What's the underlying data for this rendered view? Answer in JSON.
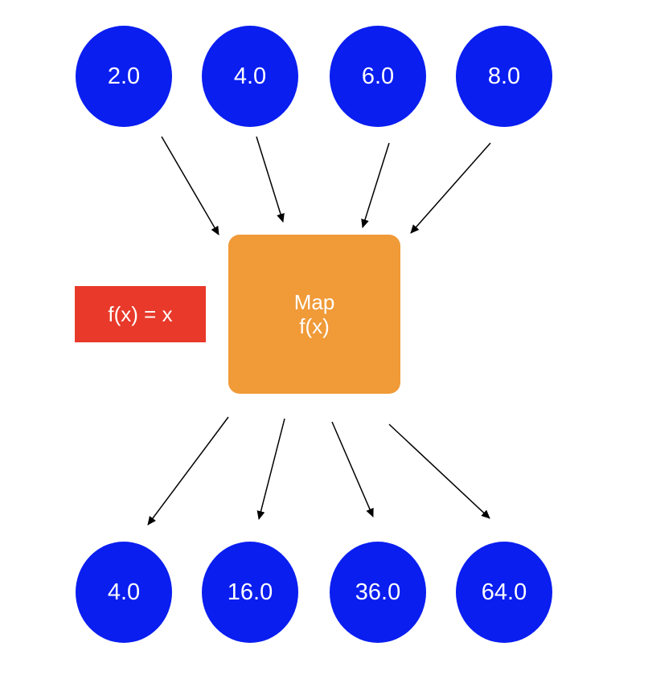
{
  "inputs": [
    "2.0",
    "4.0",
    "6.0",
    "8.0"
  ],
  "outputs": [
    "4.0",
    "16.0",
    "36.0",
    "64.0"
  ],
  "map_box": {
    "line1": "Map",
    "line2": "f(x)"
  },
  "function_label": "f(x) = x",
  "colors": {
    "node": "#0a1ef0",
    "map_box": "#f09a38",
    "function_box": "#e8392a",
    "arrow": "#000000"
  }
}
